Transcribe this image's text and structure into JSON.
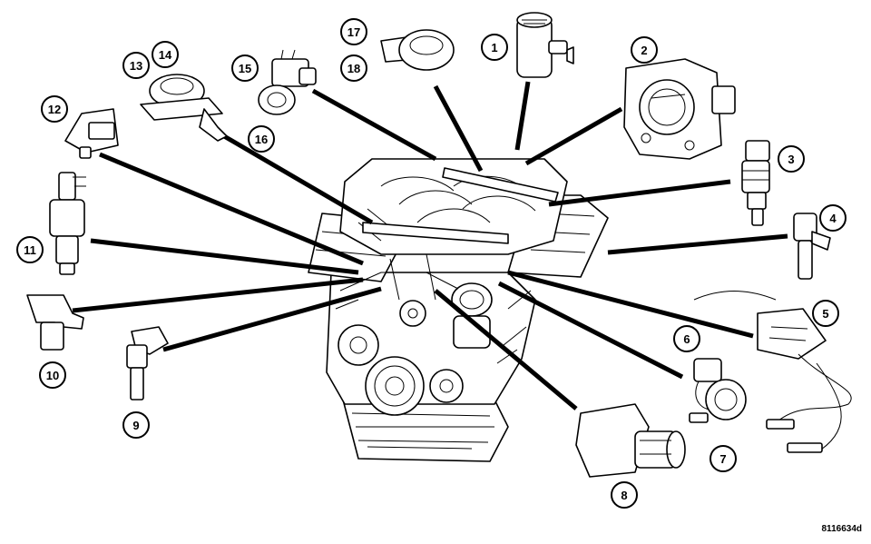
{
  "figure_id": "8116634d",
  "callouts": [
    {
      "id": "c1",
      "label": "1"
    },
    {
      "id": "c2",
      "label": "2"
    },
    {
      "id": "c3",
      "label": "3"
    },
    {
      "id": "c4",
      "label": "4"
    },
    {
      "id": "c5",
      "label": "5"
    },
    {
      "id": "c6",
      "label": "6"
    },
    {
      "id": "c7",
      "label": "7"
    },
    {
      "id": "c8",
      "label": "8"
    },
    {
      "id": "c9",
      "label": "9"
    },
    {
      "id": "c10",
      "label": "10"
    },
    {
      "id": "c11",
      "label": "11"
    },
    {
      "id": "c12",
      "label": "12"
    },
    {
      "id": "c13",
      "label": "13"
    },
    {
      "id": "c14",
      "label": "14"
    },
    {
      "id": "c15",
      "label": "15"
    },
    {
      "id": "c16",
      "label": "16"
    },
    {
      "id": "c17",
      "label": "17"
    },
    {
      "id": "c18",
      "label": "18"
    }
  ]
}
